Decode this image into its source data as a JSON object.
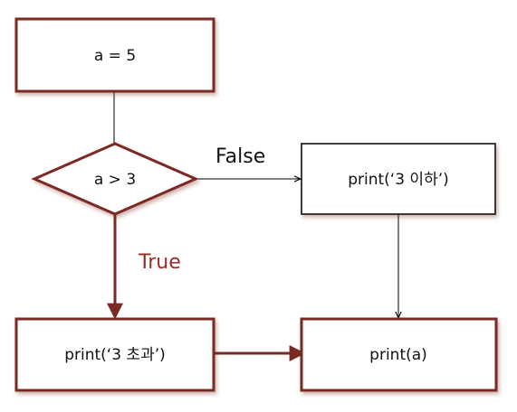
{
  "diagram": {
    "nodes": {
      "assign": "a = 5",
      "condition": "a > 3",
      "print_under": "print(‘3 이하’)",
      "print_over": "print(‘3 초과’)",
      "print_a": "print(a)"
    },
    "edges": {
      "false_label": "False",
      "true_label": "True"
    },
    "colors": {
      "accent": "#7a2a24",
      "true_text": "#9b2a28",
      "line": "#000000",
      "shadow": "#c9a8a4"
    }
  }
}
